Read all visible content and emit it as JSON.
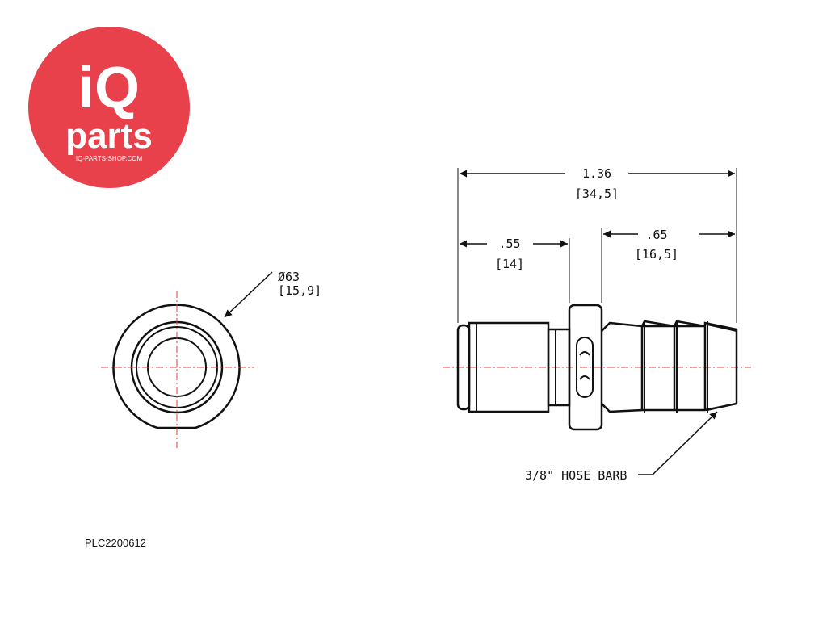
{
  "logo": {
    "line1": "iQ",
    "line2": "parts",
    "url": "IQ-PARTS-SHOP.COM",
    "color": "#e8414b"
  },
  "part_number": "PLC2200612",
  "dimensions": {
    "overall_in": "1.36",
    "overall_mm": "[34,5]",
    "left_in": ".55",
    "left_mm": "[14]",
    "right_in": ".65",
    "right_mm": "[16,5]",
    "diameter_in": "Ø63",
    "diameter_mm": "[15,9]"
  },
  "callout": "3/8\" HOSE BARB",
  "colors": {
    "line": "#111111",
    "centerline": "#e03c3c"
  }
}
